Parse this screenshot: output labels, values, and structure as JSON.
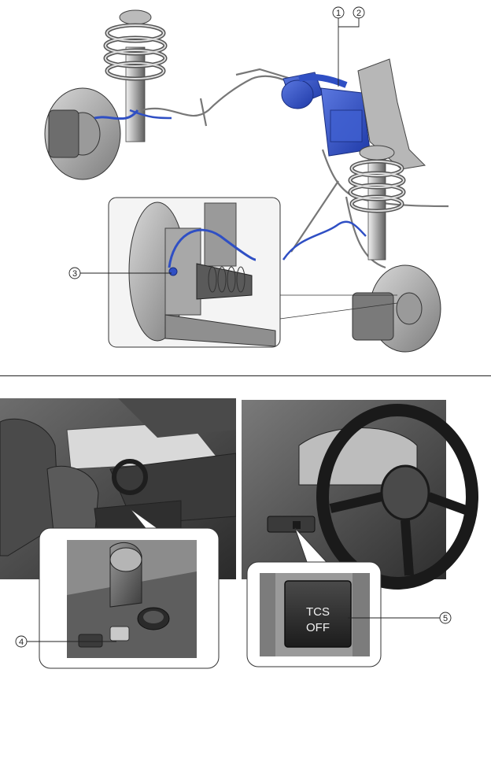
{
  "callouts": {
    "c1": "1",
    "c2": "2",
    "c3": "3",
    "c4": "4",
    "c5": "5"
  },
  "tcs_button": {
    "line1": "TCS",
    "line2": "OFF"
  },
  "colors": {
    "component_blue": "#2f4fc4",
    "metal_gray": "#8c8c8c",
    "interior_dark": "#3a3a3a"
  }
}
